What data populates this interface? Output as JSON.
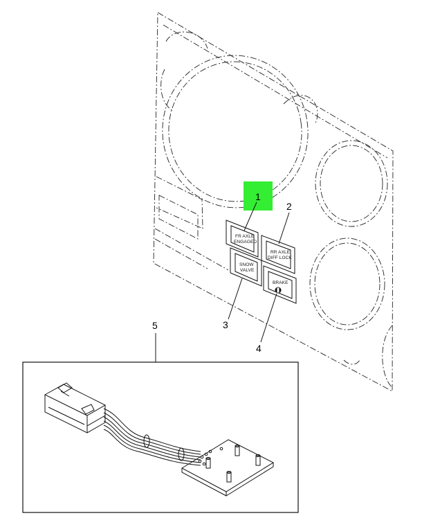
{
  "diagram": {
    "callouts": [
      {
        "id": "1",
        "label": "1",
        "highlight_color": "#33ee33"
      },
      {
        "id": "2",
        "label": "2"
      },
      {
        "id": "3",
        "label": "3"
      },
      {
        "id": "4",
        "label": "4"
      },
      {
        "id": "5",
        "label": "5"
      }
    ],
    "switches": [
      {
        "id": "fr-axle-engaged",
        "line1": "FR AXLE",
        "line2": "ENGAGED"
      },
      {
        "id": "rr-axle-diff-lock",
        "line1": "RR AXLE",
        "line2": "DIFF LOCK"
      },
      {
        "id": "snow-valve",
        "line1": "SNOW",
        "line2": "VALVE"
      },
      {
        "id": "brake",
        "line1": "BRAKE",
        "line2": ""
      }
    ],
    "colors": {
      "line": "#111111",
      "highlight": "#33ee33",
      "background": "#ffffff"
    }
  }
}
